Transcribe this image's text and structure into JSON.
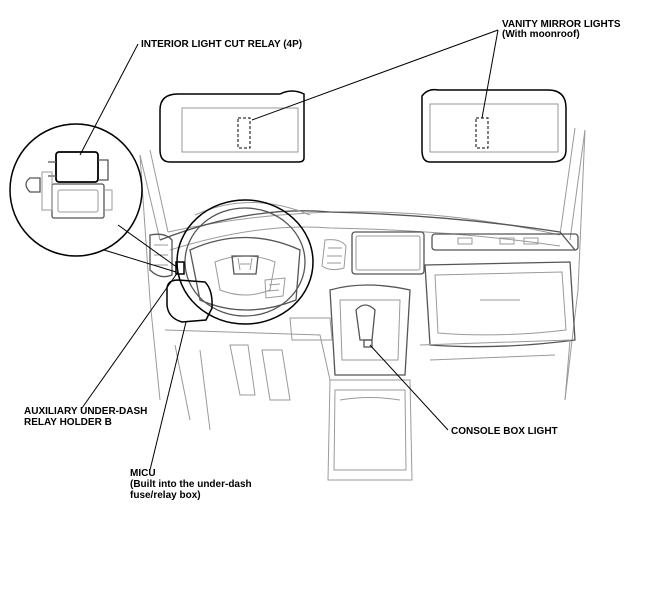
{
  "labels": {
    "interior_light_cut_relay": "INTERIOR LIGHT CUT RELAY (4P)",
    "vanity_mirror_lights": "VANITY MIRROR LIGHTS",
    "vanity_mirror_lights_note": "(With moonroof)",
    "auxiliary_relay_holder_line1": "AUXILIARY UNDER-DASH",
    "auxiliary_relay_holder_line2": "RELAY HOLDER B",
    "console_box_light": "CONSOLE BOX LIGHT",
    "micu_line1": "MICU",
    "micu_line2": "(Built into the under-dash",
    "micu_line3": "fuse/relay box)"
  }
}
